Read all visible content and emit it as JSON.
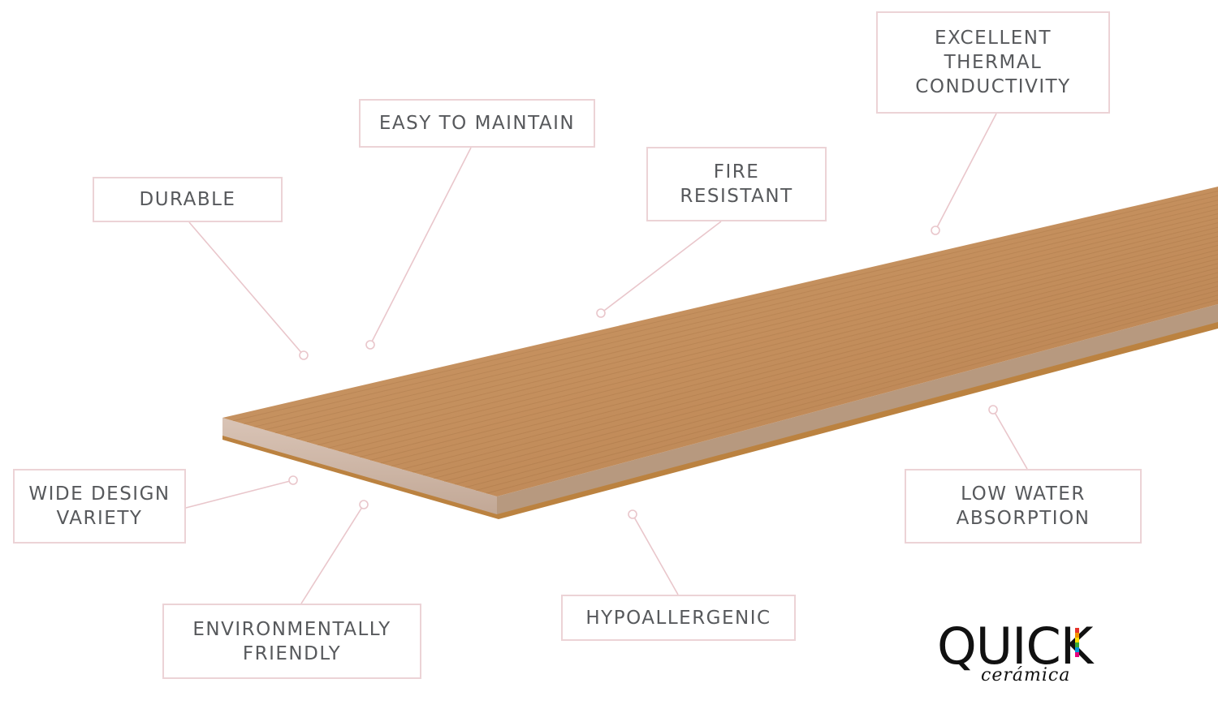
{
  "colors": {
    "box_border": "#ecd3d6",
    "leader_line": "#e9c6cb",
    "text": "#57595c",
    "plank_top": "#c48f5d",
    "plank_core": "#cdb6a6",
    "plank_base": "#bb8240"
  },
  "features": [
    {
      "id": "durable",
      "lines": [
        "DURABLE"
      ]
    },
    {
      "id": "easy-to-maintain",
      "lines": [
        "EASY TO MAINTAIN"
      ]
    },
    {
      "id": "fire-resistant",
      "lines": [
        "FIRE",
        "RESISTANT"
      ]
    },
    {
      "id": "thermal-conductivity",
      "lines": [
        "EXCELLENT",
        "THERMAL",
        "CONDUCTIVITY"
      ]
    },
    {
      "id": "wide-design-variety",
      "lines": [
        "WIDE DESIGN",
        "VARIETY"
      ]
    },
    {
      "id": "environmentally-friendly",
      "lines": [
        "ENVIRONMENTALLY",
        "FRIENDLY"
      ]
    },
    {
      "id": "hypoallergenic",
      "lines": [
        "HYPOALLERGENIC"
      ]
    },
    {
      "id": "low-water-absorption",
      "lines": [
        "LOW WATER",
        "ABSORPTION"
      ]
    }
  ],
  "logo": {
    "word": "QUICK",
    "sub": "cerámica",
    "k_stripe_colors": [
      "#e6332a",
      "#f39200",
      "#ffde00",
      "#3aaa35",
      "#0095db",
      "#e5007d"
    ]
  }
}
